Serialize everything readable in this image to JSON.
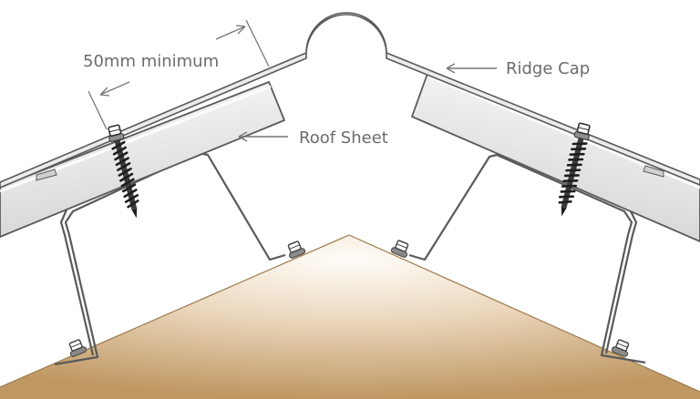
{
  "labels": {
    "dimension": "50mm minimum",
    "ridge_cap": "Ridge Cap",
    "roof_sheet": "Roof Sheet"
  },
  "colors": {
    "outline": "#5a5a5a",
    "sheet_light": "#ffffff",
    "sheet_dark": "#d9d9d9",
    "timber_dark": "#c19a66",
    "timber_light": "#fffdfa",
    "leader": "#777777"
  }
}
